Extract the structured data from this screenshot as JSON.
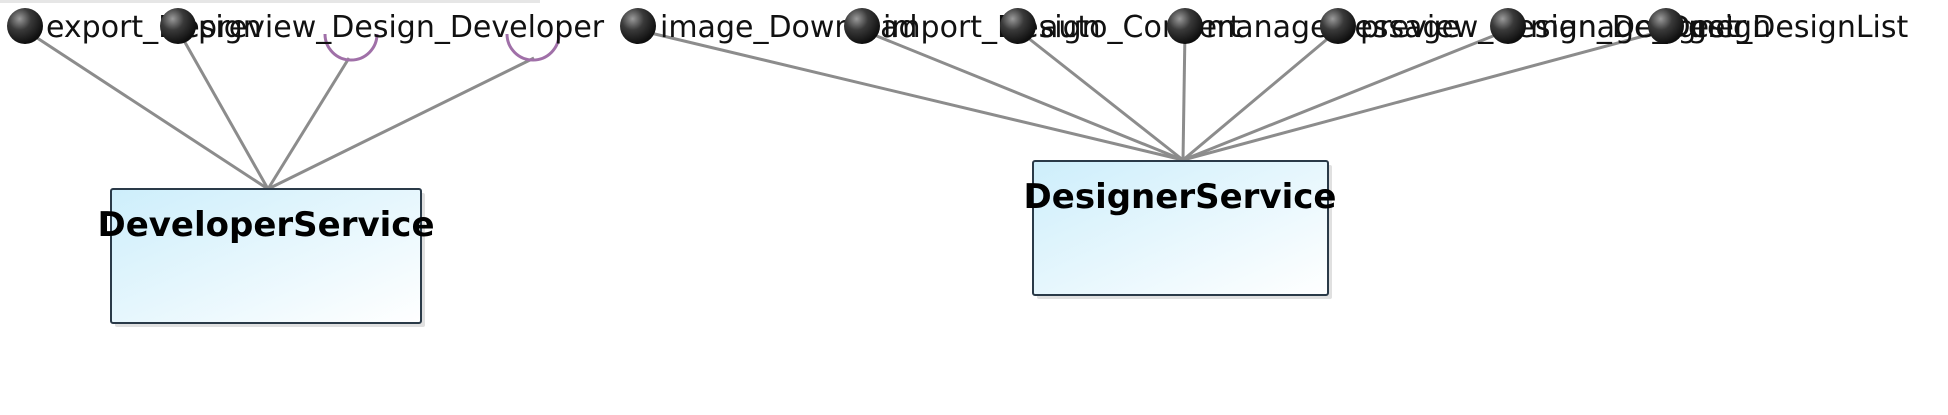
{
  "colors": {
    "connector": "#8c8c8c",
    "ball": "#3a3a3a",
    "socket": "#a070a8",
    "component_border": "#2a3a48",
    "component_fill_start": "#cdeefb",
    "component_fill_end": "#ffffff"
  },
  "components": [
    {
      "id": "developer",
      "name": "DeveloperService",
      "provided_interfaces": [
        "export_Design",
        "preview_Design_Developer"
      ],
      "required_sockets": 2
    },
    {
      "id": "designer",
      "name": "DesignerService",
      "provided_interfaces": [
        "image_Download",
        "import_Design",
        "auto_Convert",
        "manageMessage",
        "preview_Design_Designer",
        "manage_Design",
        "get_DesignList"
      ],
      "required_sockets": 0
    }
  ]
}
